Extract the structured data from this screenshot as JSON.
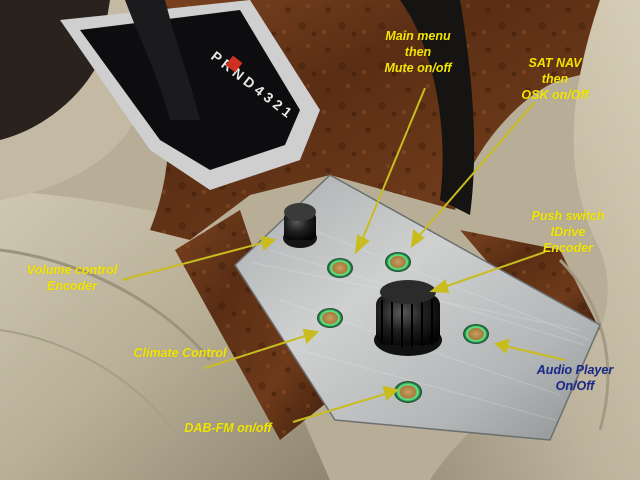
{
  "colors": {
    "label_yellow": "#f2e600",
    "label_blue": "#1a2a8c",
    "arrow": "#c9bc1f",
    "led_green": "#46e07a",
    "walnut": "#5a2e14",
    "leather": "#c8bfa8",
    "brushed_metal": "#b9bcbd"
  },
  "labels": {
    "main_menu": {
      "l1": "Main menu",
      "l2": "then",
      "l3": "Mute on/off"
    },
    "sat_nav": {
      "l1": "SAT NAV",
      "l2": "then",
      "l3": "OSK on/Off"
    },
    "push_switch": {
      "l1": "Push switch",
      "l2": "IDrive",
      "l3": "Encoder"
    },
    "volume": {
      "l1": "Volume control",
      "l2": "Encoder"
    },
    "climate": {
      "l1": "Climate Control"
    },
    "dab": {
      "l1": "DAB-FM on/off"
    },
    "audio": {
      "l1": "Audio Player",
      "l2": "On/Off"
    }
  },
  "gear_indicator": "P R N D 4 3 2 1"
}
